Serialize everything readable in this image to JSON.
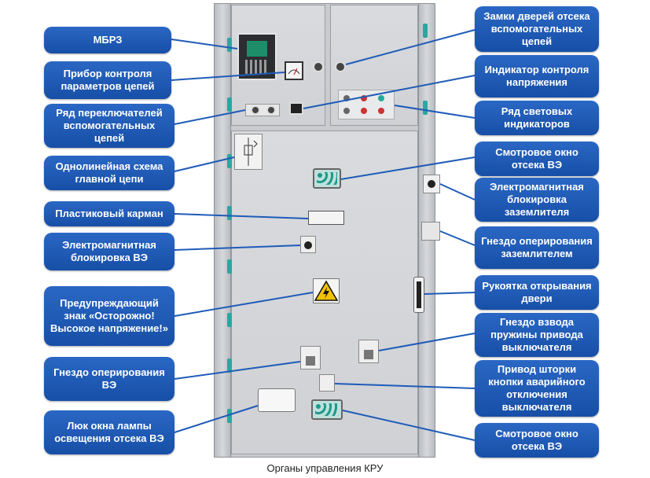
{
  "caption": "Органы управления КРУ",
  "labels_left": [
    {
      "id": "mbrz",
      "text": "МБРЗ"
    },
    {
      "id": "meter",
      "text": "Прибор контроля параметров цепей"
    },
    {
      "id": "switches",
      "text": "Ряд переключателей вспомогательных цепей"
    },
    {
      "id": "single-line",
      "text": "Однолинейная схема главной цепи"
    },
    {
      "id": "pocket",
      "text": "Пластиковый карман"
    },
    {
      "id": "em-lock-ve",
      "text": "Электромагнитная блокировка ВЭ"
    },
    {
      "id": "warning",
      "text": "Предупреждающий знак «Осторожно! Высокое напряжение!»"
    },
    {
      "id": "socket-ve",
      "text": "Гнездо оперирования ВЭ"
    },
    {
      "id": "lamp-hatch",
      "text": "Люк окна лампы освещения отсека ВЭ"
    }
  ],
  "labels_right": [
    {
      "id": "door-locks",
      "text": "Замки дверей отсека вспомогательных цепей"
    },
    {
      "id": "voltage-indicator",
      "text": "Индикатор контроля напряжения"
    },
    {
      "id": "light-indicators",
      "text": "Ряд световых индикаторов"
    },
    {
      "id": "window-top",
      "text": "Смотровое окно отсека ВЭ"
    },
    {
      "id": "em-lock-earth",
      "text": "Электромагнитная блокировка заземлителя"
    },
    {
      "id": "socket-earth",
      "text": "Гнездо оперирования заземлителем"
    },
    {
      "id": "door-handle",
      "text": "Рукоятка открывания двери"
    },
    {
      "id": "spring-socket",
      "text": "Гнездо взвода пружины привода выключателя"
    },
    {
      "id": "shutter-drive",
      "text": "Привод шторки кнопки аварийного отключения выключателя"
    },
    {
      "id": "window-bottom",
      "text": "Смотровое окно отсека ВЭ"
    }
  ],
  "colors": {
    "label_bg": "#1f5bb7",
    "hinge": "#2aa7a0",
    "cabinet": "#cfd1d5"
  }
}
